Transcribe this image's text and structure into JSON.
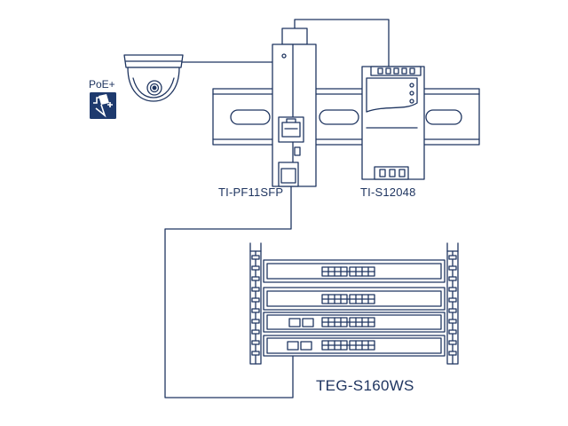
{
  "labels": {
    "poe": "PoE+",
    "media_converter": "TI-PF11SFP",
    "power_supply": "TI-S12048",
    "switch": "TEG-S160WS"
  },
  "icons": {
    "camera": "dome-camera-icon",
    "poe": "poe-plus-icon"
  },
  "colors": {
    "line": "#1f3560",
    "badge": "#1e3a6e",
    "background": "#ffffff"
  }
}
